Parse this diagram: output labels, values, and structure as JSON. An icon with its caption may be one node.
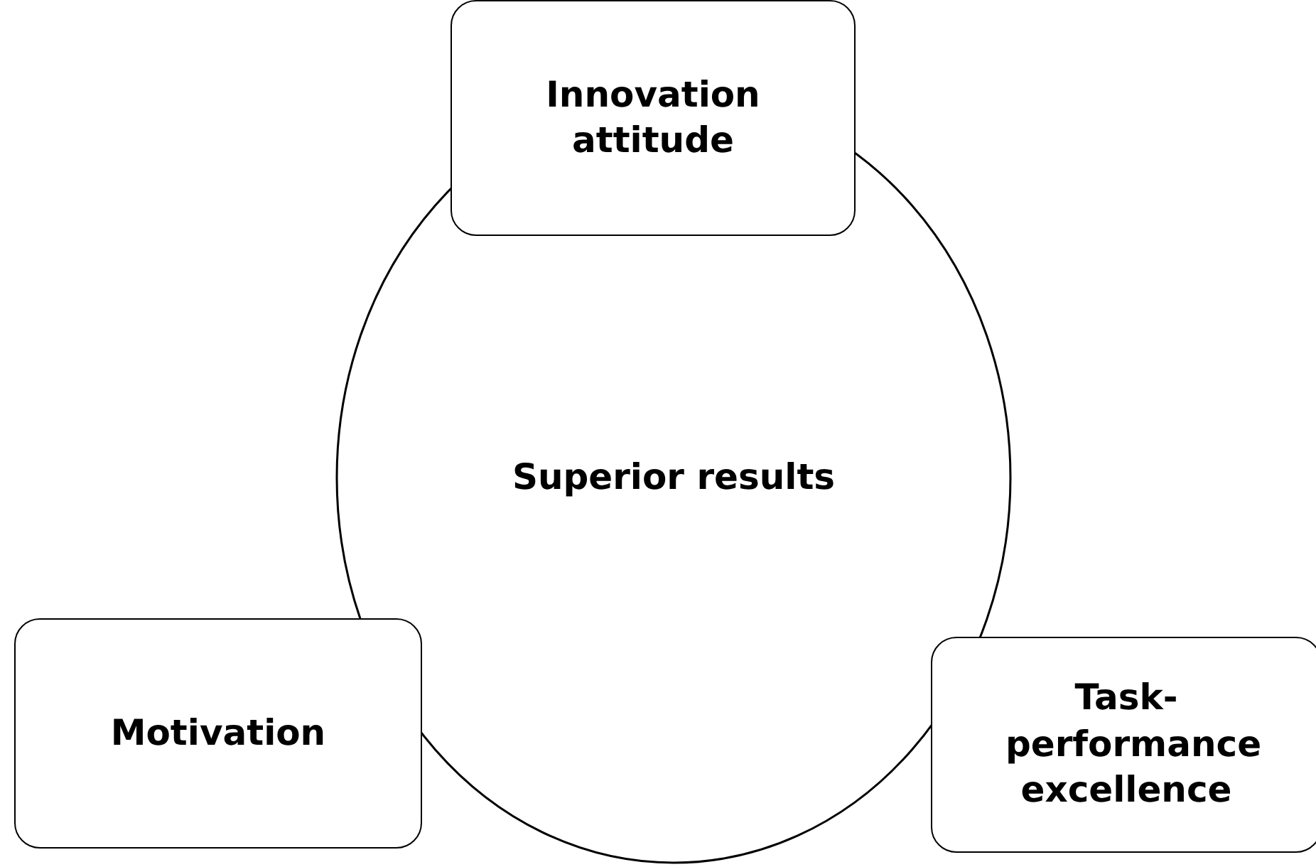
{
  "diagram": {
    "nodes": [
      {
        "text": [
          "Superior results"
        ]
      },
      {
        "text": [
          "Innovation attitude"
        ]
      },
      {
        "text": [
          "Motivation"
        ]
      },
      {
        "text": [
          "Task-performance excellence"
        ]
      }
    ],
    "edges": []
  }
}
